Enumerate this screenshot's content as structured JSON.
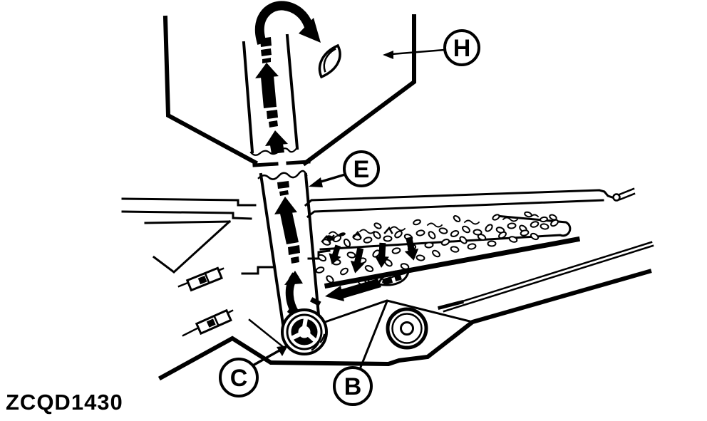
{
  "figure_code": "ZCQD1430",
  "callouts": {
    "H": "H",
    "E": "E",
    "C": "C",
    "B": "B"
  },
  "colors": {
    "ink": "#000000",
    "background": "#ffffff"
  }
}
